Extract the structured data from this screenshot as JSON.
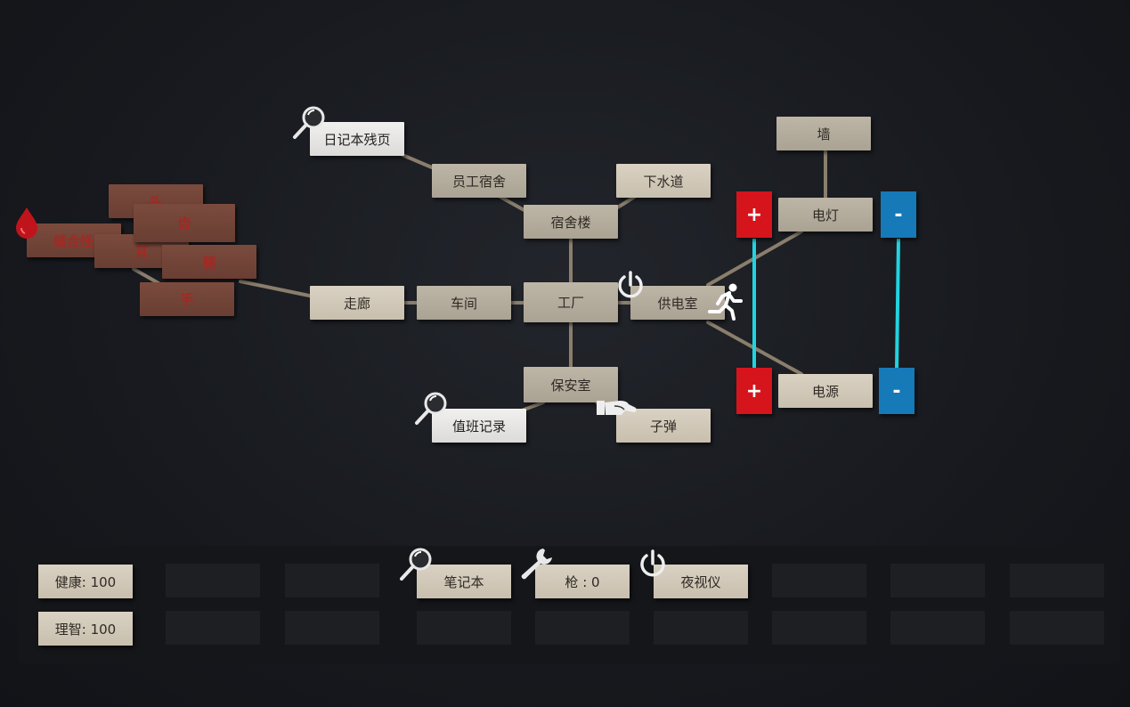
{
  "map": {
    "nodes": {
      "diary_page": "日记本残页",
      "staff_dorm": "员工宿舍",
      "sewer": "下水道",
      "dorm_building": "宿舍楼",
      "corridor": "走廊",
      "workshop": "车间",
      "factory": "工厂",
      "power_room": "供电室",
      "security_room": "保安室",
      "duty_log": "值班记录",
      "bullets": "子弹",
      "wall": "墙",
      "light": "电灯",
      "power_source": "电源"
    },
    "body_parts": {
      "suture_monster": "缝合怪",
      "head": "头",
      "teeth": "齿",
      "ear": "耳",
      "leg": "腿",
      "hand": "手"
    },
    "controls": {
      "light_plus": "+",
      "light_minus": "-",
      "power_plus": "+",
      "power_minus": "-"
    },
    "colors": {
      "wire": "#22d3e0",
      "plus": "#d6141c",
      "minus": "#1679b8",
      "blood": "#c0141c"
    }
  },
  "inventory": {
    "health": "健康: 100",
    "sanity": "理智: 100",
    "notebook": "笔记本",
    "gun": "枪 : 0",
    "night_vision": "夜视仪"
  }
}
